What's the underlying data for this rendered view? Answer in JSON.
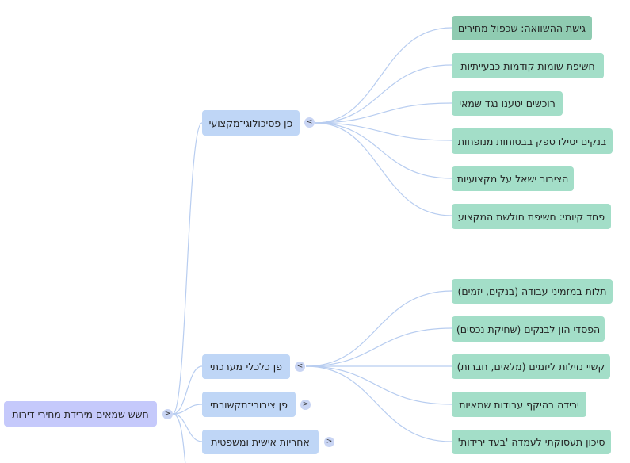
{
  "root": {
    "label": "חשש שמאים מירידת מחירי דירות",
    "toggle": ">"
  },
  "branches": [
    {
      "label": "פן פסיכולוגי־מקצועי",
      "toggle": "<",
      "children": [
        "גישת ההשוואה: שכפול מחירים",
        "חשיפת שומות קודמות כבעייתיות",
        "רוכשים יטענו נגד שמאי",
        "בנקים יטילו ספק בבטוחות מנופחות",
        "הציבור ישאל על מקצועיות",
        "פחד קיומי: חשיפת חולשת המקצוע"
      ]
    },
    {
      "label": "פן כלכלי־מערכתי",
      "toggle": "<",
      "children": [
        "תלות במזמיני עבודה (בנקים, יזמים)",
        "הפסדי הון לבנקים (שחיקת נכסים)",
        "קשיי נזילות ליזמים (מלאים, חברות)",
        "ירידה בהיקף עבודות שמאיות",
        "סיכון תעסוקתי לעמדה 'בעד ירידות'"
      ]
    },
    {
      "label": "פן ציבורי־תקשורתי",
      "toggle": ">"
    },
    {
      "label": "אחריות אישית ומשפטית",
      "toggle": ">"
    }
  ],
  "colors": {
    "root": "#c5c9fb",
    "branch": "#bfd6f6",
    "leaf": "#a3dec8",
    "leaf_highlight": "#8fcbb1",
    "link": "#b8cdf0"
  }
}
